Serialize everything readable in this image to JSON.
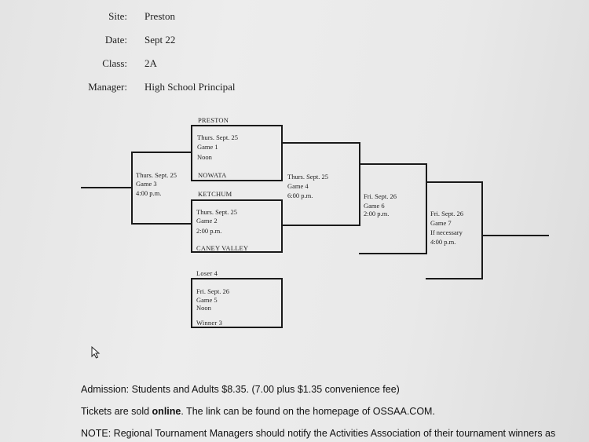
{
  "info": {
    "site_label": "Site:",
    "site_value": "Preston",
    "date_label": "Date:",
    "date_value": "Sept 22",
    "class_label": "Class:",
    "class_value": "2A",
    "manager_label": "Manager:",
    "manager_value": "High School Principal"
  },
  "bracket": {
    "team_preston": "PRESTON",
    "team_nowata": "NOWATA",
    "team_ketchum": "KETCHUM",
    "team_caney_valley": "CANEY VALLEY",
    "loser4": "Loser 4",
    "winner3": "Winner 3",
    "game1": {
      "date": "Thurs. Sept. 25",
      "game": "Game 1",
      "time": "Noon"
    },
    "game2": {
      "date": "Thurs. Sept. 25",
      "game": "Game 2",
      "time": "2:00 p.m."
    },
    "game3": {
      "date": "Thurs. Sept. 25",
      "game": "Game 3",
      "time": "4:00 p.m."
    },
    "game4": {
      "date": "Thurs. Sept. 25",
      "game": "Game 4",
      "time": "6:00 p.m."
    },
    "game5": {
      "date": "Fri. Sept. 26",
      "game": "Game 5",
      "time": "Noon"
    },
    "game6": {
      "date": "Fri. Sept. 26",
      "game": "Game 6",
      "time": "2:00 p.m."
    },
    "game7": {
      "date": "Fri. Sept. 26",
      "game": "Game 7",
      "note": "If necessary",
      "time": "4:00 p.m."
    }
  },
  "footer": {
    "admission": "Admission: Students and Adults $8.35. (7.00 plus $1.35 convenience fee)",
    "tickets_pre": "Tickets are sold ",
    "tickets_bold": "online",
    "tickets_post": ".  The link can be found on the homepage of OSSAA.COM.",
    "note": "NOTE: Regional Tournament Managers should notify the Activities Association of their tournament winners as"
  }
}
